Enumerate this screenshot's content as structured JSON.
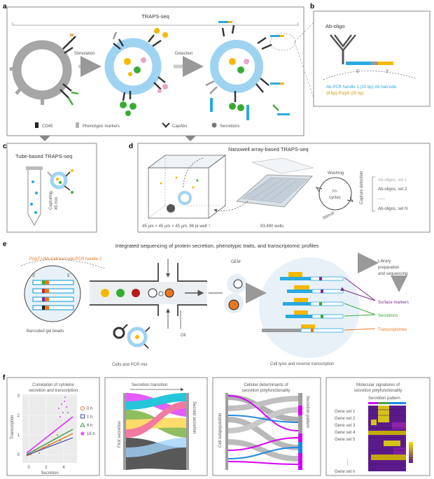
{
  "panels": {
    "a": {
      "letter": "a",
      "title": "TRAPS-seq",
      "stimulation": "Stimulation",
      "detection": "Detection",
      "legend": {
        "cd45": "CD45",
        "phenotypic": "Phenotypic markers",
        "capabs": "CapAbs",
        "secretions": "Secretions"
      }
    },
    "b": {
      "letter": "b",
      "title": "Ab-oligo",
      "five_prime": "5'",
      "three_prime": "3'",
      "desc1": "Ab-PCR handle 1 (33 bp)-Ab barcode",
      "desc2": "(8 bp)-PolyA (25 bp)"
    },
    "c": {
      "letter": "c",
      "title": "Tube-based TRAPS-seq",
      "capture": "Capturing,",
      "time": "45 min"
    },
    "d": {
      "letter": "d",
      "title": "Nanowell array-based TRAPS-seq",
      "washing": "Washing",
      "cycles_n": "×n",
      "cycles": "cycles",
      "capture_detection": "Capture detection",
      "stimuli": "Stimuli",
      "sets": [
        "Ab-oligos, set 1",
        "Ab-oligos, set 2",
        "......",
        "Ab-oligos, set N"
      ],
      "well_dims": "45 µm × 45 µm × 45 µm, 96 pl well⁻¹",
      "wells": "83,490 wells"
    },
    "e": {
      "letter": "e",
      "title": "Integrated sequencing of protein secretion, phenotypic traits, and transcriptomic profiles",
      "beads_seq": "PolyT-UMI-Cell barcode-PCR handle 2",
      "three": "3'",
      "five": "5'",
      "beads": "Barcoded gel beads",
      "cells": "Cells and PCR mix",
      "oil": "Oil",
      "gem": "GEM",
      "lysis": "Cell lysis and reverse transcription",
      "library": "Library preparation and sequencing",
      "surface": "Surface markers",
      "secretions": "Secretions",
      "transcriptomes": "Transcriptomes"
    },
    "f": {
      "letter": "f",
      "p1_title1": "Correlation of cytokine",
      "p1_title2": "secretion and transcription",
      "xlabel": "Secretion",
      "ylabel": "Transcription",
      "xticks": [
        "0",
        "2",
        "4"
      ],
      "yticks": [
        "0",
        "1",
        "2",
        "3"
      ],
      "legend": [
        "0 h",
        "1 h",
        "6 h",
        "16 h"
      ],
      "p2_top": "Secretion transition",
      "p2_left": "First secretion",
      "p2_right": "Second secretion",
      "p3_title1": "Cellular determinants of",
      "p3_title2": "secretion polyfunctionality",
      "p3_left": "Cell subpopulation",
      "p3_right": "Secretion pattern",
      "p4_title1": "Molecular signatures of",
      "p4_title2": "secretion polyfunctionality",
      "p4_pattern": "Secretion pattern",
      "genes": [
        "Gene set 1",
        "Gene set 2",
        "Gene set 3",
        "Gene set 4",
        "Gene set 5"
      ],
      "dots": "......",
      "gene_n": "Gene set n"
    }
  },
  "colors": {
    "cyan": "#29a9e0",
    "yellow": "#f5b800",
    "grey": "#9a9a9a",
    "cell": "#9fd3f2",
    "green": "#3aaa35",
    "pink": "#e8a6c8",
    "purple": "#7b2d8e",
    "orange": "#e87722"
  }
}
